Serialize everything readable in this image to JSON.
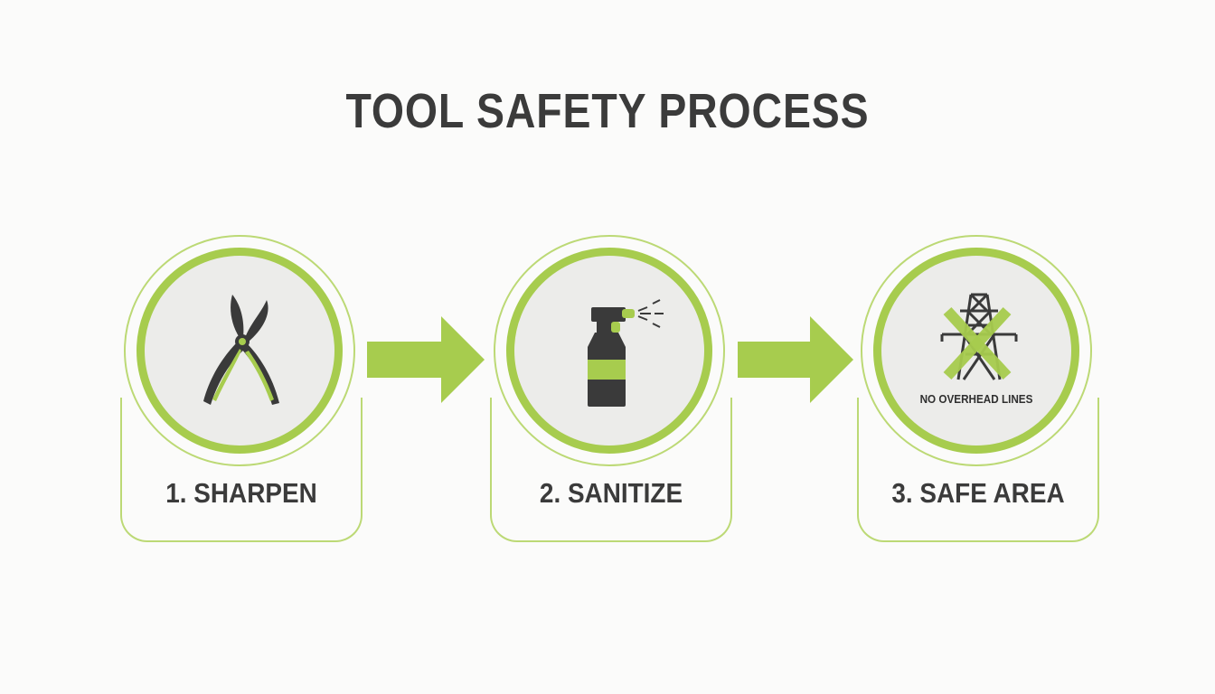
{
  "title": "TOOL SAFETY PROCESS",
  "colors": {
    "accent": "#a7cc4e",
    "accent_light": "#bcd975",
    "text": "#3b3b3b",
    "circle_fill": "#ececea",
    "icon_dark": "#3a3a3a"
  },
  "steps": [
    {
      "label": "1. SHARPEN",
      "icon": "pruning-shears-icon"
    },
    {
      "label": "2. SANITIZE",
      "icon": "spray-bottle-icon"
    },
    {
      "label": "3. SAFE AREA",
      "icon": "no-power-lines-icon",
      "sublabel": "NO OVERHEAD LINES"
    }
  ],
  "arrows": [
    "arrow-right-icon",
    "arrow-right-icon"
  ]
}
